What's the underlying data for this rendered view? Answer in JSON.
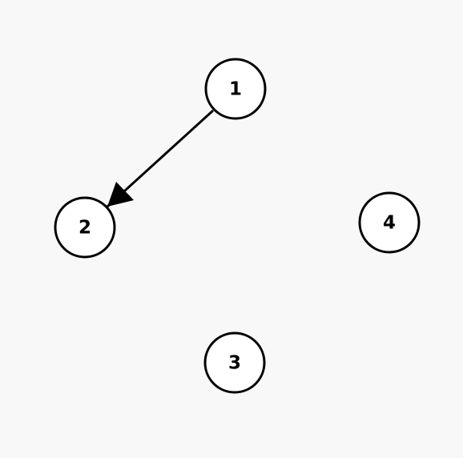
{
  "graph": {
    "nodes": [
      {
        "id": "n1",
        "label": "1"
      },
      {
        "id": "n2",
        "label": "2"
      },
      {
        "id": "n3",
        "label": "3"
      },
      {
        "id": "n4",
        "label": "4"
      }
    ],
    "edges": [
      {
        "from": "n1",
        "to": "n2",
        "directed": true
      }
    ],
    "colors": {
      "background": "#f8f8f8",
      "node_fill": "#ffffff",
      "stroke": "#000000"
    }
  }
}
